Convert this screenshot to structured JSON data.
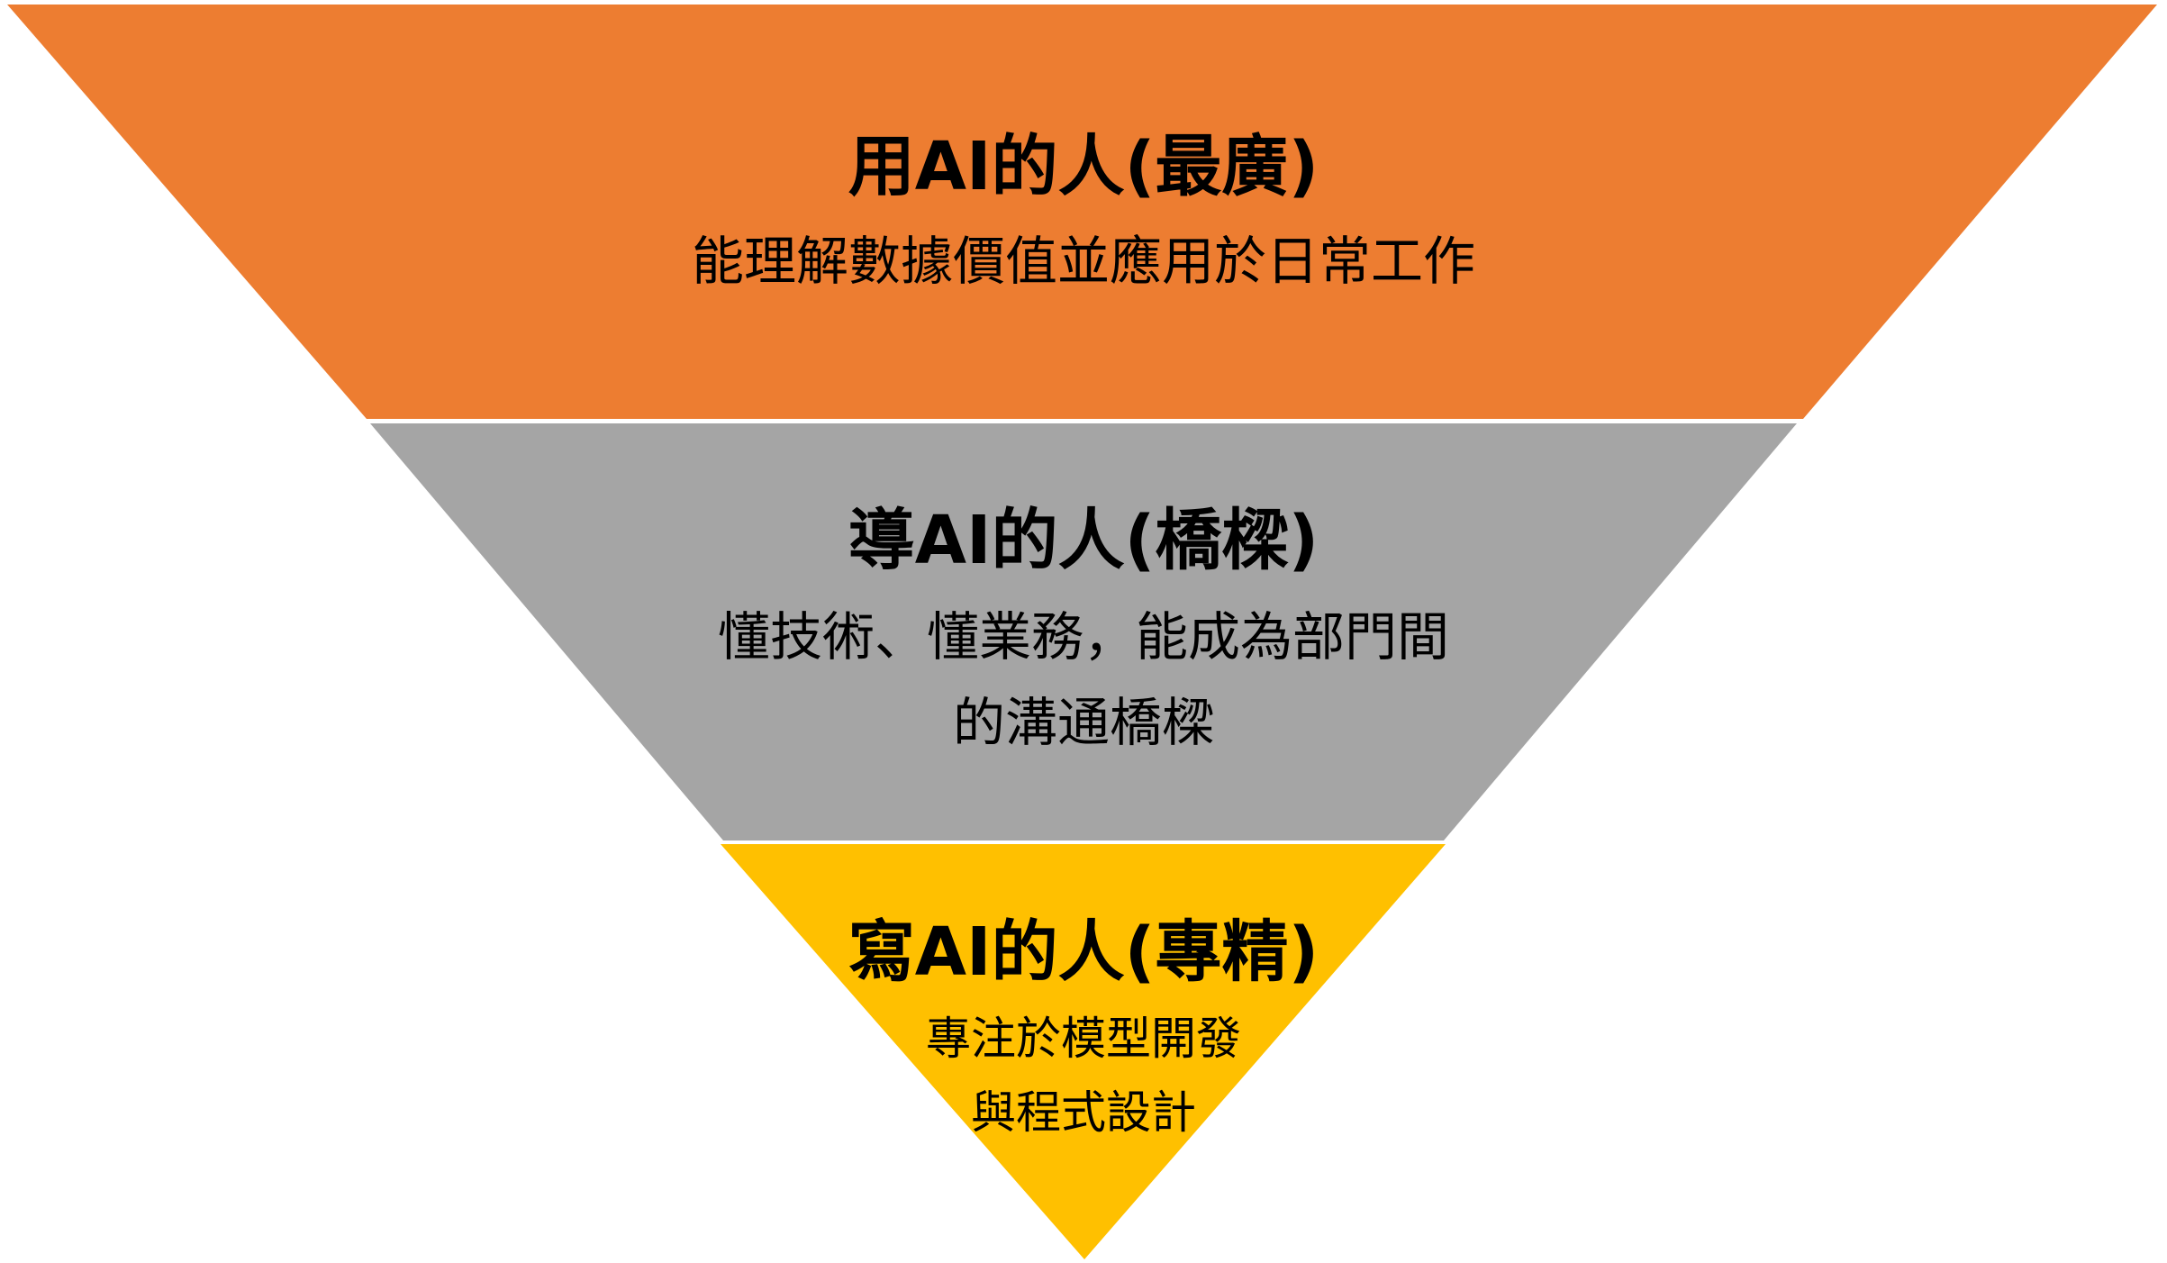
{
  "levels": [
    {
      "title": "用AI的人(最廣)",
      "lines": [
        "能理解數據價值並應用於日常工作"
      ],
      "color": "#ED7D31"
    },
    {
      "title": "導AI的人(橋樑)",
      "lines": [
        "懂技術、懂業務，能成為部門間",
        "的溝通橋樑"
      ],
      "color": "#A5A5A5"
    },
    {
      "title": "寫AI的人(專精)",
      "lines": [
        "專注於模型開發",
        "與程式設計"
      ],
      "color": "#FFC000"
    }
  ]
}
